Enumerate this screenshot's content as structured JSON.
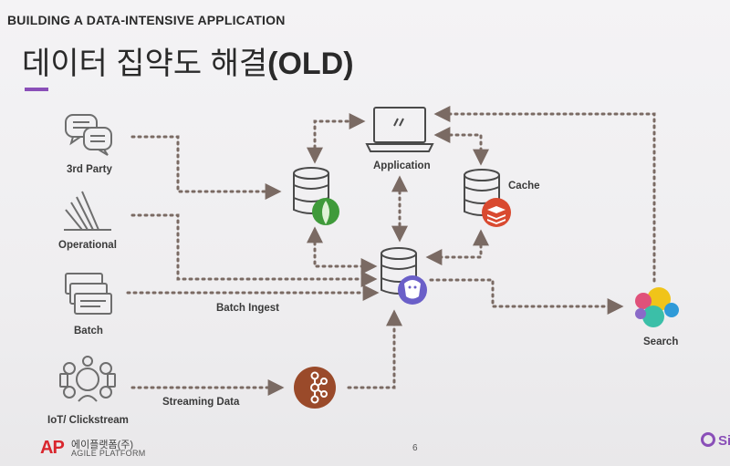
{
  "header": {
    "section": "BUILDING A DATA-INTENSIVE APPLICATION"
  },
  "title": {
    "korean": "데이터 집약도 해결",
    "suffix": "(OLD)"
  },
  "nodes": {
    "third_party": "3rd Party",
    "operational": "Operational",
    "batch": "Batch",
    "iot": "IoT/ Clickstream",
    "application": "Application",
    "cache": "Cache",
    "search": "Search"
  },
  "edges": {
    "batch_ingest": "Batch Ingest",
    "streaming_data": "Streaming Data"
  },
  "footer": {
    "page_number": "6",
    "logo_mark": "AP",
    "logo_korean": "에이플랫폼(주)",
    "logo_english": "AGILE PLATFORM",
    "right_logo_text": "Si"
  },
  "colors": {
    "accent": "#8a4fb8",
    "arrow": "#7a6a63",
    "mongodb": "#3f9a3a",
    "redis": "#d94a30",
    "postgres": "#6a5fc8",
    "kafka": "#9a4a2a",
    "logo_red": "#d9262e"
  }
}
